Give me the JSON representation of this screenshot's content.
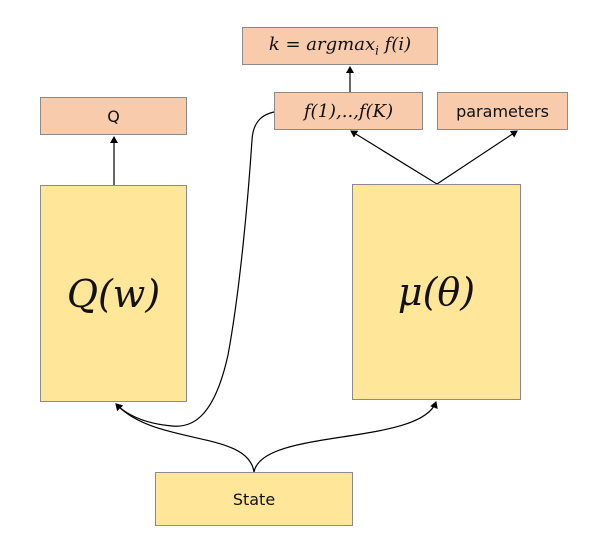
{
  "diagram": {
    "q_output_label": "Q",
    "argmax_label": "k = argmax",
    "argmax_subscript": "i",
    "argmax_suffix": " f(i)",
    "f_values_label": "f(1),..,f(K)",
    "parameters_label": "parameters",
    "q_network_label": "Q(w)",
    "mu_network_label": "μ(θ)",
    "state_label": "State"
  },
  "colors": {
    "network_box": "#ffe699",
    "output_box": "#f8cbad",
    "border": "#8a8a8a",
    "arrow": "#000000"
  }
}
